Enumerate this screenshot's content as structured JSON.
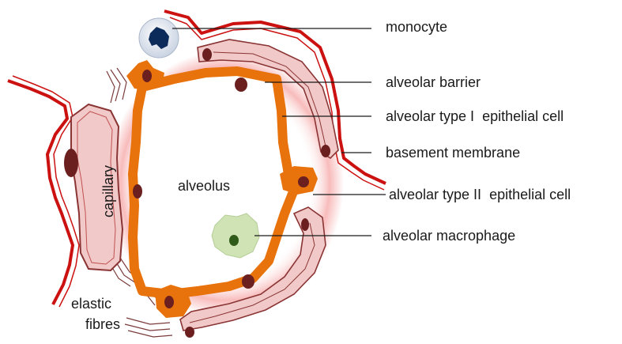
{
  "labels": {
    "monocyte": "monocyte",
    "alveolar_barrier": "alveolar barrier",
    "alveolar_type_1": "alveolar type I  epithelial cell",
    "basement_membrane": "basement membrane",
    "alveolar_type_2": "alveolar type II  epithelial cell",
    "alveolar_macrophage": "alveolar macrophage",
    "alveolus": "alveolus",
    "capillary": "capillary",
    "elastic": "elastic",
    "fibres": "fibres"
  },
  "colors": {
    "epithelium": "#e8720c",
    "nucleus": "#6b1f1f",
    "capillary_fill": "#f2c9c9",
    "capillary_stroke": "#8a3434",
    "basement_membrane": "#cc1111",
    "glow": "#f6a5a5",
    "macrophage": "#cfe3b4",
    "monocyte_fill": "#dfe6f0",
    "monocyte_nucleus": "#0d2b5a",
    "leader_line": "#1a1a1a"
  }
}
